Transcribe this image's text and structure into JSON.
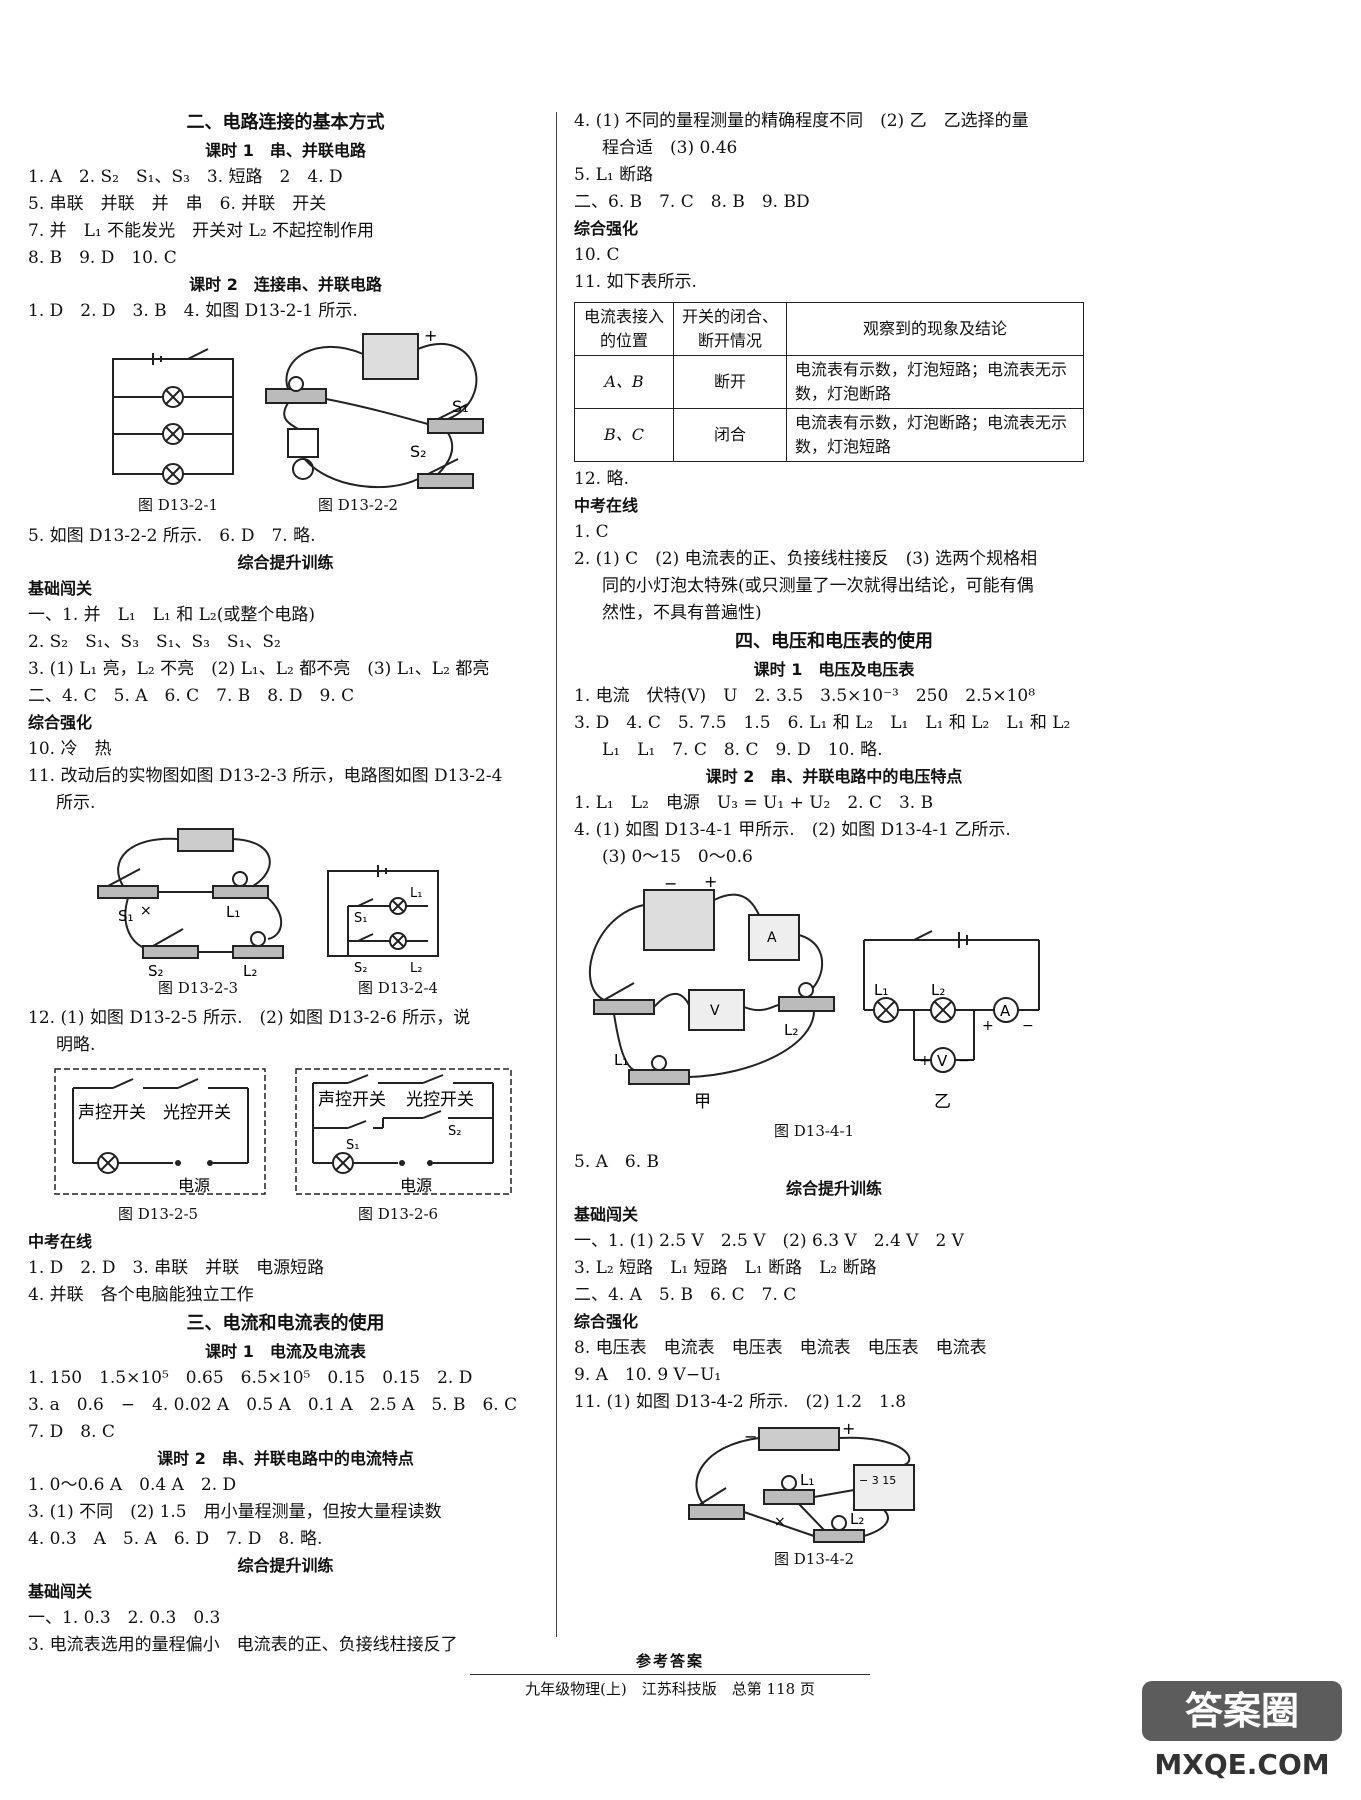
{
  "left": {
    "section2_title": "二、电路连接的基本方式",
    "lesson1_title": "课时 1　串、并联电路",
    "l1": [
      "1. A　2. S₂　S₁、S₃　3. 短路　2　4. D",
      "5. 串联　并联　并　串　6. 并联　开关",
      "7. 并　L₁ 不能发光　开关对 L₂ 不起控制作用",
      "8. B　9. D　10. C"
    ],
    "lesson2_title": "课时 2　连接串、并联电路",
    "l2_first": "1. D　2. D　3. B　4. 如图 D13-2-1 所示.",
    "fig1_caption": "图 D13-2-1",
    "fig2_caption": "图 D13-2-2",
    "fig2_labels": {
      "s1": "S₁",
      "s2": "S₂",
      "plus": "+"
    },
    "l2_after": "5. 如图 D13-2-2 所示.　6. D　7. 略.",
    "zh1_title": "综合提升训练",
    "jc1_title": "基础闯关",
    "jc1": [
      "一、1. 并　L₁　L₁ 和 L₂(或整个电路)",
      "2. S₂　S₁、S₃　S₁、S₃　S₁、S₂",
      "3. (1) L₁ 亮，L₂ 不亮　(2) L₁、L₂ 都不亮　(3) L₁、L₂ 都亮",
      "二、4. C　5. A　6. C　7. B　8. D　9. C"
    ],
    "zq1_title": "综合强化",
    "zq1": [
      "10. 冷　热",
      "11. 改动后的实物图如图 D13-2-3 所示，电路图如图 D13-2-4"
    ],
    "zq1_cont": "所示.",
    "fig3_caption": "图 D13-2-3",
    "fig4_caption": "图 D13-2-4",
    "fig3_labels": {
      "s1": "S₁",
      "s2": "S₂",
      "l1": "L₁",
      "l2": "L₂",
      "x": "×"
    },
    "fig4_labels": {
      "s1": "S₁",
      "s2": "S₂",
      "l1": "L₁",
      "l2": "L₂"
    },
    "q12": "12. (1) 如图 D13-2-5 所示.　(2) 如图 D13-2-6 所示，说",
    "q12_cont": "明略.",
    "fig5": {
      "sound": "声控开关",
      "light": "光控开关",
      "power": "电源",
      "caption": "图 D13-2-5"
    },
    "fig6": {
      "sound": "声控开关",
      "light": "光控开关",
      "power": "电源",
      "s1": "S₁",
      "s2": "S₂",
      "caption": "图 D13-2-6"
    },
    "zk1_title": "中考在线",
    "zk1": [
      "1. D　2. D　3. 串联　并联　电源短路",
      "4. 并联　各个电脑能独立工作"
    ],
    "section3_title": "三、电流和电流表的使用",
    "s3_lesson1_title": "课时 1　电流及电流表",
    "s3_l1": [
      "1. 150　1.5×10⁵　0.65　6.5×10⁵　0.15　0.15　2. D",
      "3. a　0.6　−　4. 0.02 A　0.5 A　0.1 A　2.5 A　5. B　6. C",
      "7. D　8. C"
    ],
    "s3_lesson2_title": "课时 2　串、并联电路中的电流特点",
    "s3_l2": [
      "1. 0～0.6 A　0.4 A　2. D",
      "3. (1) 不同　(2) 1.5　用小量程测量，但按大量程读数",
      "4. 0.3　A　5. A　6. D　7. D　8. 略."
    ],
    "zh2_title": "综合提升训练",
    "jc2_title": "基础闯关",
    "jc2": [
      "一、1. 0.3　2. 0.3　0.3",
      "3. 电流表选用的量程偏小　电流表的正、负接线柱接反了"
    ]
  },
  "right": {
    "top": [
      "4. (1) 不同的量程测量的精确程度不同　(2) 乙　乙选择的量"
    ],
    "top_cont": "程合适　(3) 0.46",
    "top2": [
      "5. L₁ 断路",
      "二、6. B　7. C　8. B　9. BD"
    ],
    "zq2_title": "综合强化",
    "zq2": [
      "10. C",
      "11. 如下表所示."
    ],
    "table": {
      "h1": "电流表接入的位置",
      "h2": "开关的闭合、断开情况",
      "h3": "观察到的现象及结论",
      "r1c1": "A、B",
      "r1c2": "断开",
      "r1c3": "电流表有示数，灯泡短路；电流表无示数，灯泡断路",
      "r2c1": "B、C",
      "r2c2": "闭合",
      "r2c3": "电流表有示数，灯泡断路；电流表无示数，灯泡短路"
    },
    "q12": "12. 略.",
    "zk2_title": "中考在线",
    "zk2": [
      "1. C",
      "2. (1) C　(2) 电流表的正、负接线柱接反　(3) 选两个规格相"
    ],
    "zk2_cont": [
      "同的小灯泡太特殊(或只测量了一次就得出结论，可能有偶",
      "然性，不具有普遍性)"
    ],
    "section4_title": "四、电压和电压表的使用",
    "s4_lesson1_title": "课时 1　电压及电压表",
    "s4_l1": [
      "1. 电流　伏特(V)　U　2. 3.5　3.5×10⁻³　250　2.5×10⁸",
      "3. D　4. C　5. 7.5　1.5　6. L₁ 和 L₂　L₁　L₁ 和 L₂　L₁ 和 L₂"
    ],
    "s4_l1_cont": "L₁　L₁　7. C　8. C　9. D　10. 略.",
    "s4_lesson2_title": "课时 2　串、并联电路中的电压特点",
    "s4_l2": [
      "1. L₁　L₂　电源　U₃ = U₁ + U₂　2. C　3. B",
      "4. (1) 如图 D13-4-1 甲所示.　(2) 如图 D13-4-1 乙所示."
    ],
    "s4_l2_cont": "(3) 0～15　0～0.6",
    "fig41": {
      "jia": "甲",
      "yi": "乙",
      "caption": "图 D13-4-1",
      "l1": "L₁",
      "l2": "L₂",
      "a": "A",
      "v": "V",
      "plus": "+",
      "minus": "−"
    },
    "after41": "5. A　6. B",
    "zh3_title": "综合提升训练",
    "jc3_title": "基础闯关",
    "jc3": [
      "一、1. (1) 2.5 V　2.5 V　(2) 6.3 V　2.4 V　2 V",
      "3. L₂ 短路　L₁ 短路　L₁ 断路　L₂ 断路",
      "二、4. A　5. B　6. C　7. C"
    ],
    "zq3_title": "综合强化",
    "zq3": [
      "8. 电压表　电流表　电压表　电流表　电压表　电流表",
      "9. A　10. 9 V−U₁",
      "11. (1) 如图 D13-4-2 所示.　(2) 1.2　1.8"
    ],
    "fig42": {
      "caption": "图 D13-4-2",
      "l1": "L₁",
      "l2": "L₂",
      "x": "×",
      "minus": "−",
      "plus": "+",
      "scale": "− 3 15"
    }
  },
  "footer": {
    "title": "参考答案",
    "line": "九年级物理(上)　江苏科技版　总第 118 页"
  },
  "watermark": {
    "top": "答案圈",
    "bottom": "MXQE.COM"
  }
}
